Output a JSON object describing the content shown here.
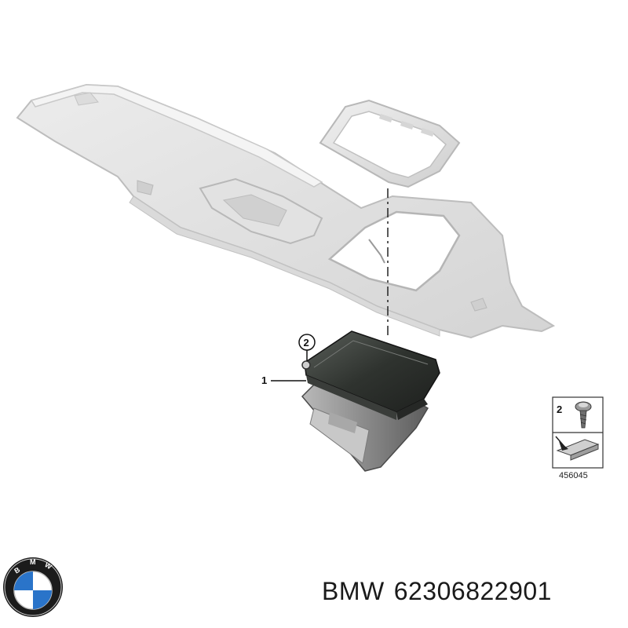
{
  "diagram": {
    "callouts": [
      {
        "id": "1",
        "label": "1"
      },
      {
        "id": "2",
        "label": "2"
      }
    ],
    "legend": {
      "part_label": "2",
      "code": "456045"
    }
  },
  "footer": {
    "brand": "BMW",
    "part_number": "62306822901"
  },
  "logo": {
    "text": "BMW",
    "colors": {
      "ring": "#1b1b1b",
      "blue": "#2a74c9",
      "white": "#ffffff"
    }
  }
}
